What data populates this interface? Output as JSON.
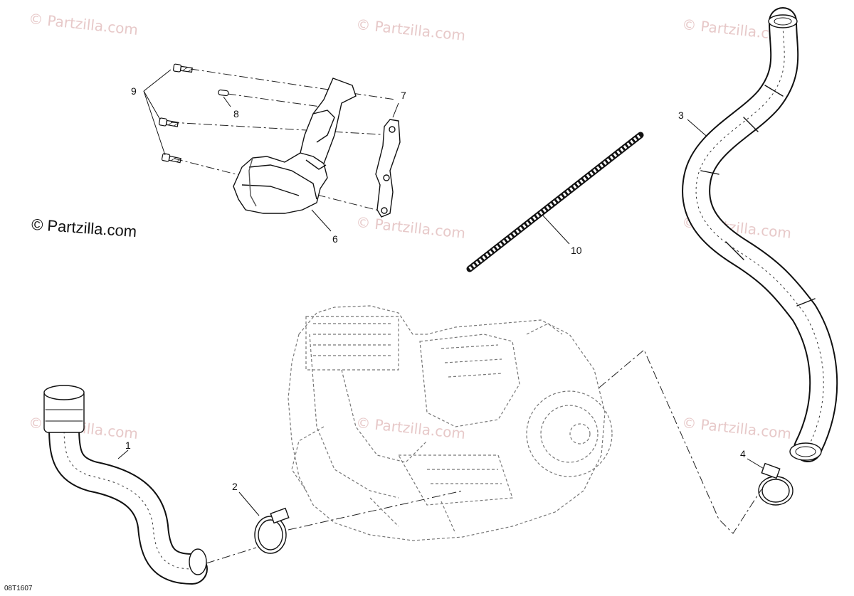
{
  "watermark_text": "© Partzilla.com",
  "logo_text": "© Partzilla.com",
  "drawing_code": "08T1607",
  "callouts": [
    {
      "id": "1",
      "text": "1"
    },
    {
      "id": "2",
      "text": "2"
    },
    {
      "id": "3",
      "text": "3"
    },
    {
      "id": "4",
      "text": "4"
    },
    {
      "id": "6",
      "text": "6"
    },
    {
      "id": "7",
      "text": "7"
    },
    {
      "id": "8",
      "text": "8"
    },
    {
      "id": "9",
      "text": "9"
    },
    {
      "id": "10",
      "text": "10"
    }
  ]
}
